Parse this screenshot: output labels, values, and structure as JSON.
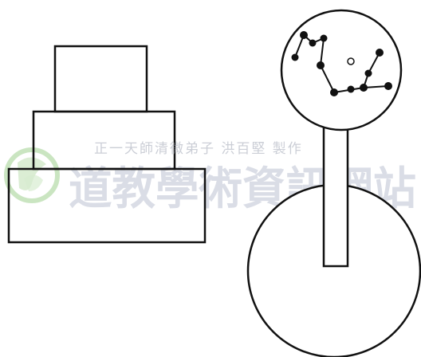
{
  "watermark": {
    "line1": "正一天師清微弟子 洪百堅 製作",
    "line2": "道教學術資訊網站",
    "color": "#aeb4c8",
    "logo_color": "#9fd08f"
  },
  "colors": {
    "ink": "#111111",
    "paper": "#ffffff"
  },
  "drawings": [
    {
      "name": "three-tier-altar",
      "tiers": 3
    },
    {
      "name": "constellation-mirror",
      "stars": 11,
      "center_mark": "small-circle"
    }
  ]
}
